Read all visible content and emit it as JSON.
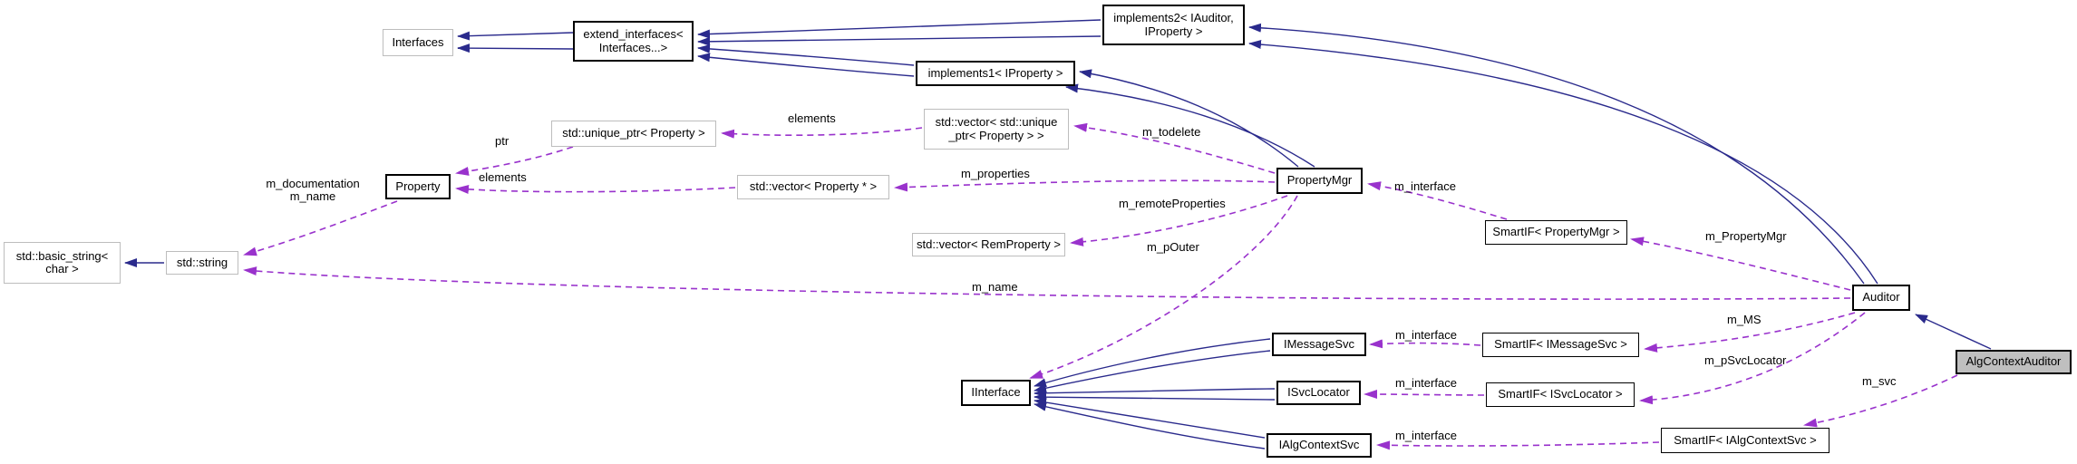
{
  "diagram": {
    "type": "doxygen-collaboration-graph",
    "highlighted_node": "AlgContextAuditor",
    "colors": {
      "background": "#ffffff",
      "inheritance_edge": "#2a2a8c",
      "usage_edge": "#9932cc",
      "node_fill": "#ffffff",
      "node_border": "#000000",
      "external_node_border": "#bdbdbd",
      "highlight_fill": "#bfbfbf",
      "label_text": "#000000"
    }
  },
  "nodes": {
    "interfaces": {
      "label": "Interfaces"
    },
    "extend_interfaces": {
      "label": "extend_interfaces< Interfaces...>"
    },
    "implements2": {
      "label": "implements2< IAuditor, IProperty >"
    },
    "implements1": {
      "label": "implements1< IProperty >"
    },
    "unique_ptr_property": {
      "label": "std::unique_ptr< Property >"
    },
    "vector_unique_ptr_property": {
      "label": "std::vector< std::unique _ptr< Property > >"
    },
    "property": {
      "label": "Property"
    },
    "vector_property_ptr": {
      "label": "std::vector< Property * >"
    },
    "basic_string_char": {
      "label": "std::basic_string< char >"
    },
    "std_string": {
      "label": "std::string"
    },
    "vector_remproperty": {
      "label": "std::vector< RemProperty >"
    },
    "propertymgr": {
      "label": "PropertyMgr"
    },
    "smartif_propertymgr": {
      "label": "SmartIF< PropertyMgr >"
    },
    "auditor": {
      "label": "Auditor"
    },
    "algcontextauditor": {
      "label": "AlgContextAuditor"
    },
    "imessagesvc": {
      "label": "IMessageSvc"
    },
    "smartif_imessagesvc": {
      "label": "SmartIF< IMessageSvc >"
    },
    "iinterface": {
      "label": "IInterface"
    },
    "isvclocator": {
      "label": "ISvcLocator"
    },
    "smartif_isvclocator": {
      "label": "SmartIF< ISvcLocator >"
    },
    "ialgcontextsvc": {
      "label": "IAlgContextSvc"
    },
    "smartif_ialgcontextsvc": {
      "label": "SmartIF< IAlgContextSvc >"
    }
  },
  "edges": {
    "inheritance": [
      {
        "from": "extend_interfaces< Interfaces...>",
        "to": "Interfaces",
        "count": 2
      },
      {
        "from": "implements2< IAuditor, IProperty >",
        "to": "extend_interfaces< Interfaces...>",
        "count": 2
      },
      {
        "from": "implements1< IProperty >",
        "to": "extend_interfaces< Interfaces...>",
        "count": 2
      },
      {
        "from": "PropertyMgr",
        "to": "implements1< IProperty >",
        "count": 2
      },
      {
        "from": "Auditor",
        "to": "implements2< IAuditor, IProperty >",
        "count": 2
      },
      {
        "from": "std::string",
        "to": "std::basic_string< char >",
        "count": 1
      },
      {
        "from": "AlgContextAuditor",
        "to": "Auditor",
        "count": 1
      },
      {
        "from": "IMessageSvc",
        "to": "IInterface",
        "count": 2
      },
      {
        "from": "ISvcLocator",
        "to": "IInterface",
        "count": 2
      },
      {
        "from": "IAlgContextSvc",
        "to": "IInterface",
        "count": 2
      }
    ],
    "usage": [
      {
        "from": "std::unique_ptr< Property >",
        "to": "Property",
        "label": "ptr"
      },
      {
        "from": "std::vector< std::unique_ptr< Property > >",
        "to": "std::unique_ptr< Property >",
        "label": "elements"
      },
      {
        "from": "std::vector< Property * >",
        "to": "Property",
        "label": "elements"
      },
      {
        "from": "Property",
        "to": "std::string",
        "label": "m_documentation\nm_name"
      },
      {
        "from": "PropertyMgr",
        "to": "std::vector< std::unique_ptr< Property > >",
        "label": "m_todelete"
      },
      {
        "from": "PropertyMgr",
        "to": "std::vector< Property * >",
        "label": "m_properties"
      },
      {
        "from": "PropertyMgr",
        "to": "std::vector< RemProperty >",
        "label": "m_remoteProperties"
      },
      {
        "from": "PropertyMgr",
        "to": "IInterface",
        "label": "m_pOuter"
      },
      {
        "from": "SmartIF< PropertyMgr >",
        "to": "PropertyMgr",
        "label": "m_interface"
      },
      {
        "from": "Auditor",
        "to": "SmartIF< PropertyMgr >",
        "label": "m_PropertyMgr"
      },
      {
        "from": "Auditor",
        "to": "std::string",
        "label": "m_name"
      },
      {
        "from": "Auditor",
        "to": "SmartIF< IMessageSvc >",
        "label": "m_MS"
      },
      {
        "from": "Auditor",
        "to": "SmartIF< ISvcLocator >",
        "label": "m_pSvcLocator"
      },
      {
        "from": "SmartIF< IMessageSvc >",
        "to": "IMessageSvc",
        "label": "m_interface"
      },
      {
        "from": "SmartIF< ISvcLocator >",
        "to": "ISvcLocator",
        "label": "m_interface"
      },
      {
        "from": "SmartIF< IAlgContextSvc >",
        "to": "IAlgContextSvc",
        "label": "m_interface"
      },
      {
        "from": "AlgContextAuditor",
        "to": "SmartIF< IAlgContextSvc >",
        "label": "m_svc"
      }
    ]
  }
}
